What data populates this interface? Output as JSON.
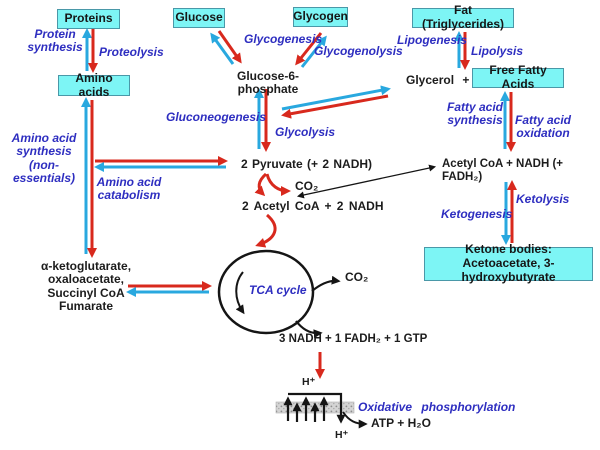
{
  "diagram": {
    "title_hint": "Overview of metabolism: protein, carbohydrate and fat pathways",
    "boxes": {
      "proteins": "Proteins",
      "glucose": "Glucose",
      "glycogen": "Glycogen",
      "fat": "Fat (Triglycerides)",
      "amino_acids": "Amino acids",
      "free_fatty_acids": "Free Fatty Acids",
      "ketone_bodies": "Ketone bodies:\nAcetoacetate, 3-hydroxybutyrate"
    },
    "metabolites": {
      "g6p": "Glucose-6-phosphate",
      "glycerol": "Glycerol +",
      "pyruvate": "2 Pyruvate (+ 2 NADH)",
      "co2_pyruvate": "CO₂",
      "acetyl_coa_2": "2 Acetyl CoA + 2 NADH",
      "acetyl_coa_fa": "Acetyl CoA + NADH (+ FADH₂)",
      "alpha_kg_group": "α-ketoglutarate,\noxaloacetate,\nSuccinyl CoA\nFumarate",
      "co2_tca": "CO₂",
      "tca_outputs": "3 NADH + 1 FADH₂ + 1 GTP",
      "h_plus_top": "H⁺",
      "h_plus_bottom": "H⁺",
      "atp": "ATP + H₂O"
    },
    "processes": {
      "protein_synthesis": "Protein\nsynthesis",
      "proteolysis": "Proteolysis",
      "glycogenesis": "Glycogenesis",
      "glycogenolysis": "Glycogenolysis",
      "lipogenesis": "Lipogenesis",
      "lipolysis": "Lipolysis",
      "gluconeogenesis": "Gluconeogenesis",
      "glycolysis": "Glycolysis",
      "fatty_acid_synthesis": "Fatty acid\nsynthesis",
      "fatty_acid_oxidation": "Fatty acid\noxidation",
      "amino_acid_synthesis": "Amino acid\nsynthesis\n(non-essentials)",
      "amino_acid_catabolism": "Amino acid\ncatabolism",
      "ketogenesis": "Ketogenesis",
      "ketolysis": "Ketolysis",
      "tca_cycle": "TCA cycle",
      "oxidative_phosphorylation": "Oxidative phosphorylation"
    },
    "colors": {
      "box_fill": "#7DF5F5",
      "box_border": "#4A98A8",
      "anabolic_arrow_blue": "#29A8DF",
      "catabolic_arrow_red": "#D8291D",
      "process_label_blue": "#2E2EC0",
      "text_black": "#1c1c1c",
      "membrane_gray": "#cccccc"
    }
  }
}
